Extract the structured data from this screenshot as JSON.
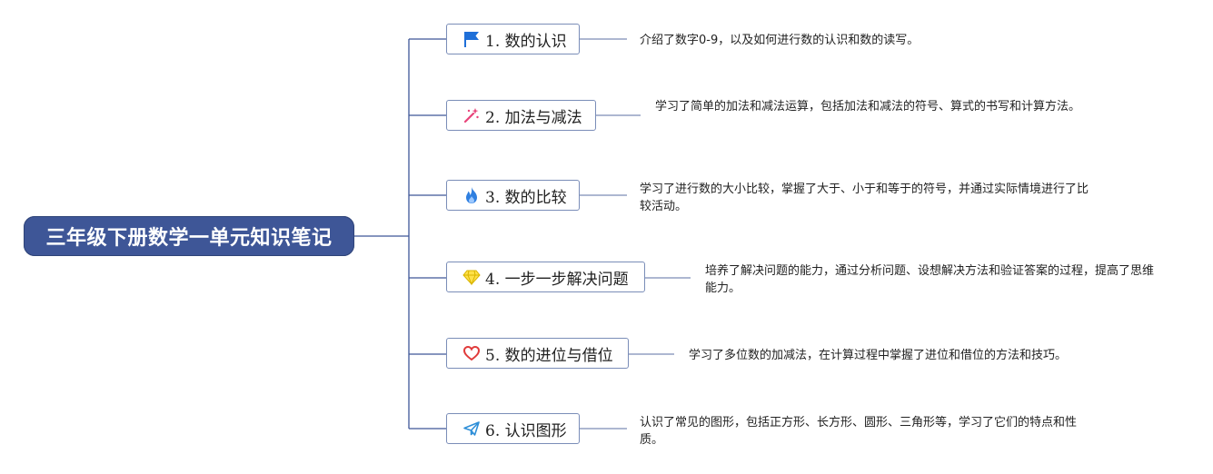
{
  "root": {
    "title": "三年级下册数学一单元知识笔记"
  },
  "topics": [
    {
      "label": "1. 数的认识",
      "icon": "flag-icon",
      "note": "介绍了数字0-9，以及如何进行数的认识和数的读写。"
    },
    {
      "label": "2. 加法与减法",
      "icon": "magic-wand-icon",
      "note": "学习了简单的加法和减法运算，包括加法和减法的符号、算式的书写和计算方法。"
    },
    {
      "label": "3. 数的比较",
      "icon": "fire-icon",
      "note": "学习了进行数的大小比较，掌握了大于、小于和等于的符号，并通过实际情境进行了比较活动。"
    },
    {
      "label": "4. 一步一步解决问题",
      "icon": "diamond-icon",
      "note": "培养了解决问题的能力，通过分析问题、设想解决方法和验证答案的过程，提高了思维能力。"
    },
    {
      "label": "5. 数的进位与借位",
      "icon": "heart-icon",
      "note": "学习了多位数的加减法，在计算过程中掌握了进位和借位的方法和技巧。"
    },
    {
      "label": "6. 认识图形",
      "icon": "paper-plane-icon",
      "note": "认识了常见的图形，包括正方形、长方形、圆形、三角形等，学习了它们的特点和性质。"
    }
  ],
  "colors": {
    "root_fill": "#3e5697",
    "line": "#3e5697",
    "topic_border": "#7a8db8"
  }
}
